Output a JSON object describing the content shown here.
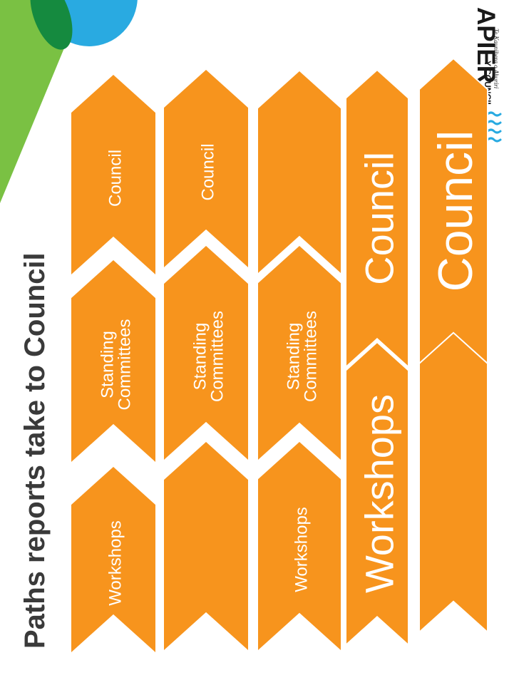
{
  "title": "Paths reports take to Council",
  "colors": {
    "arrow": "#F7941D",
    "green": "#7AC143",
    "dark_green": "#158A3F",
    "blue": "#29AAE1",
    "logo_wave": "#29AAE1"
  },
  "logo": {
    "name_visible": "APIER",
    "line2": "Y COUNCIL",
    "maori": "Te Kaunihera o Ahuriri",
    "icon": "wave-icon"
  },
  "paths": [
    {
      "stages": [
        "Workshops",
        "Standing Committees",
        "Council"
      ]
    },
    {
      "stages": [
        "",
        "Standing Committees",
        "Council"
      ]
    },
    {
      "stages": [
        "Workshops",
        "Standing Committees",
        ""
      ]
    },
    {
      "stages": [
        "Workshops",
        "Council"
      ]
    },
    {
      "stages": [
        "",
        "Council"
      ]
    }
  ],
  "labels": {
    "workshops": "Workshops",
    "standing_line1": "Standing",
    "standing_line2": "Committees",
    "council": "Council"
  }
}
